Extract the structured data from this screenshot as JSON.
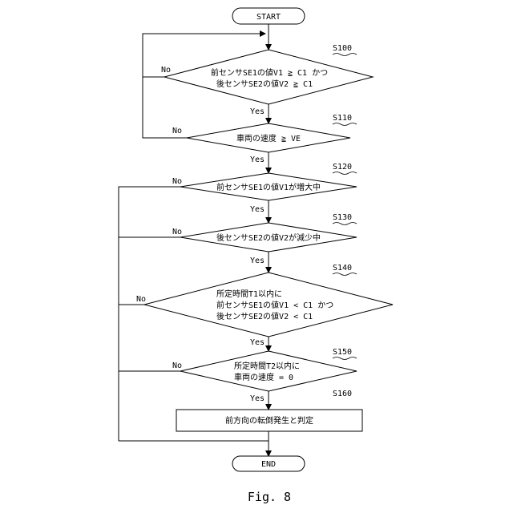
{
  "terminals": {
    "start": "START",
    "end": "END"
  },
  "steps": {
    "s100": {
      "label": "S100",
      "lines": [
        "前センサSE1の値V1 ≧ C1 かつ",
        "後センサSE2の値V2 ≧ C1"
      ]
    },
    "s110": {
      "label": "S110",
      "lines": [
        "車両の速度 ≧ VE"
      ]
    },
    "s120": {
      "label": "S120",
      "lines": [
        "前センサSE1の値V1が増大中"
      ]
    },
    "s130": {
      "label": "S130",
      "lines": [
        "後センサSE2の値V2が減少中"
      ]
    },
    "s140": {
      "label": "S140",
      "lines": [
        "所定時間T1以内に",
        "前センサSE1の値V1 < C1 かつ",
        "後センサSE2の値V2 < C1"
      ]
    },
    "s150": {
      "label": "S150",
      "lines": [
        "所定時間T2以内に",
        "車両の速度 = 0"
      ]
    },
    "s160": {
      "label": "S160",
      "lines": [
        "前方向の転倒発生と判定"
      ]
    }
  },
  "edge_labels": {
    "yes": "Yes",
    "no": "No"
  },
  "caption": "Fig. 8"
}
